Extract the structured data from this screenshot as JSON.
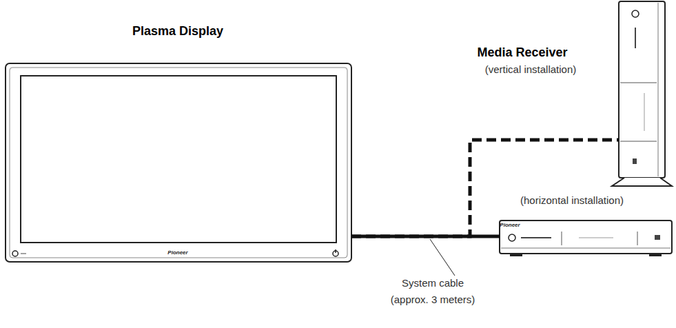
{
  "diagram": {
    "nodes": [
      {
        "text": [
          "Plasma Display"
        ]
      },
      {
        "text": [
          "Media Receiver",
          "(vertical installation)"
        ]
      },
      {
        "text": [
          "(horizontal installation)"
        ]
      }
    ],
    "edges": [
      {
        "from": 0,
        "to": 2,
        "arrow": "none"
      },
      {
        "from": 0,
        "to": 1,
        "arrow": "none"
      }
    ],
    "labels": [
      "Pioneer",
      "Pioneer",
      "System cable",
      "(approx. 3 meters)"
    ]
  }
}
